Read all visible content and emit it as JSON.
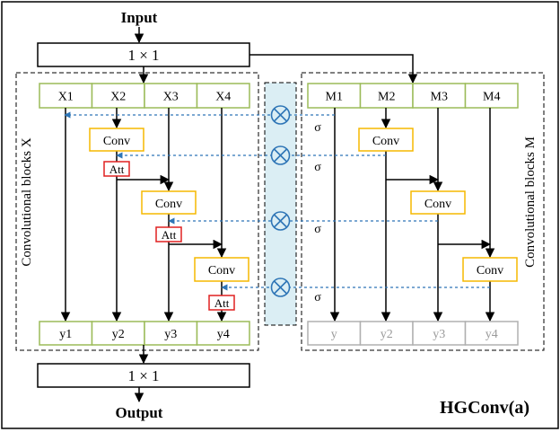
{
  "title": "HGConv(a)",
  "input_label": "Input",
  "output_label": "Output",
  "top_conv_label": "1 × 1",
  "bottom_conv_label": "1 × 1",
  "side_label_left": "Convolutional blocks X",
  "side_label_right": "Convolutional blocks M",
  "x_blocks": [
    "X1",
    "X2",
    "X3",
    "X4"
  ],
  "m_blocks": [
    "M1",
    "M2",
    "M3",
    "M4"
  ],
  "y_blocks": [
    "y1",
    "y2",
    "y3",
    "y4"
  ],
  "ym_blocks": [
    "y",
    "y2",
    "y3",
    "y4"
  ],
  "conv_label": "Conv",
  "att_label": "Att",
  "sigma_label": "σ",
  "multiply_symbol": "⊗",
  "colors": {
    "green_border": "#9bbb59",
    "orange_border": "#f5b800",
    "att_border": "#e02020",
    "dashed_arrow": "#2e75b6",
    "multiply_panel": "#dbeef4",
    "grey_border": "#b0b0b0",
    "multiply_circle": "#2e75b6"
  }
}
